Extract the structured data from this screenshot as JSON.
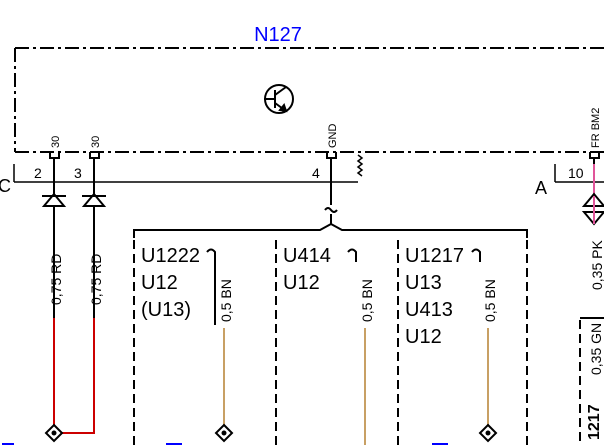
{
  "component": {
    "name": "N127",
    "name_color": "#0000ff"
  },
  "pins": {
    "left_connector": "C",
    "right_connector": "A",
    "pin_2": "2",
    "pin_3": "3",
    "pin_4": "4",
    "pin_10": "10",
    "pin_2_terminal": "30",
    "pin_3_terminal": "30",
    "pin_4_terminal": "GND",
    "pin_10_terminal": "FR BM2"
  },
  "wires": {
    "red_1": "0,75 RD",
    "red_2": "0,75 RD",
    "brown_1": "0,5 BN",
    "brown_2": "0,5 BN",
    "brown_3": "0,5 BN",
    "pink": "0,35 PK",
    "green": "0,35 GN"
  },
  "ground_groups": {
    "group_1": {
      "line_1": "U1222",
      "line_2": "U12",
      "line_3": "(U13)"
    },
    "group_2": {
      "line_1": "U414",
      "line_2": "U12"
    },
    "group_3": {
      "line_1": "U1217",
      "line_2": "U13",
      "line_3": "U413",
      "line_4": "U12"
    }
  },
  "edge_text": {
    "right_vertical": "1217"
  },
  "colors": {
    "line": "#000000",
    "wire_red": "#cc0000",
    "wire_brown": "#c8a064",
    "wire_pink": "#e0559a",
    "wire_green": "#5a5a5a",
    "accent_blue": "#0000ff"
  },
  "icons": {
    "component_symbol": "transistor-icon",
    "connector_symbol": "diamond-connector-icon",
    "fuse_symbol": "triangle-fuse-icon"
  }
}
